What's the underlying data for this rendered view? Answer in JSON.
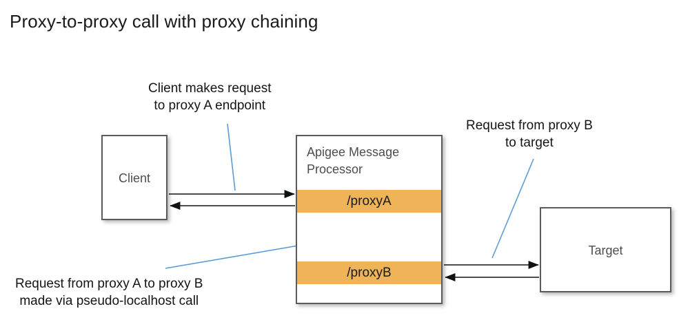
{
  "page": {
    "title": "Proxy-to-proxy call with proxy chaining",
    "background_color": "#ffffff"
  },
  "colors": {
    "proxy_bar": "#efb457",
    "box_border": "#5a5a5a",
    "box_fill": "#ffffff",
    "node_text": "#4d4d4d",
    "arrow": "#000000",
    "leader_line": "#5b9bd5",
    "title_text": "#1a1a1a"
  },
  "nodes": {
    "client": {
      "label": "Client"
    },
    "target": {
      "label": "Target"
    },
    "message_processor": {
      "title_line1": "Apigee Message",
      "title_line2": "Processor",
      "proxies": [
        {
          "label": "/proxyA"
        },
        {
          "label": "/proxyB"
        }
      ]
    }
  },
  "annotations": [
    {
      "name": "client-request",
      "line1": "Client makes request",
      "line2": "to proxy A endpoint"
    },
    {
      "name": "proxy-b-to-target",
      "line1": "Request from proxy B",
      "line2": "to target"
    },
    {
      "name": "proxy-a-to-proxy-b",
      "line1": "Request from proxy A to proxy B",
      "line2": "made via pseudo-localhost call"
    }
  ],
  "flows": [
    {
      "name": "client-to-proxya",
      "from": "Client",
      "to": "/proxyA",
      "direction": "right"
    },
    {
      "name": "proxya-to-client",
      "from": "/proxyA",
      "to": "Client",
      "direction": "left"
    },
    {
      "name": "proxya-to-proxyb",
      "from": "/proxyA",
      "to": "/proxyB",
      "direction": "down"
    },
    {
      "name": "proxyb-to-proxya",
      "from": "/proxyB",
      "to": "/proxyA",
      "direction": "up"
    },
    {
      "name": "proxyb-to-target",
      "from": "/proxyB",
      "to": "Target",
      "direction": "right"
    },
    {
      "name": "target-to-proxyb",
      "from": "Target",
      "to": "/proxyB",
      "direction": "left"
    }
  ]
}
